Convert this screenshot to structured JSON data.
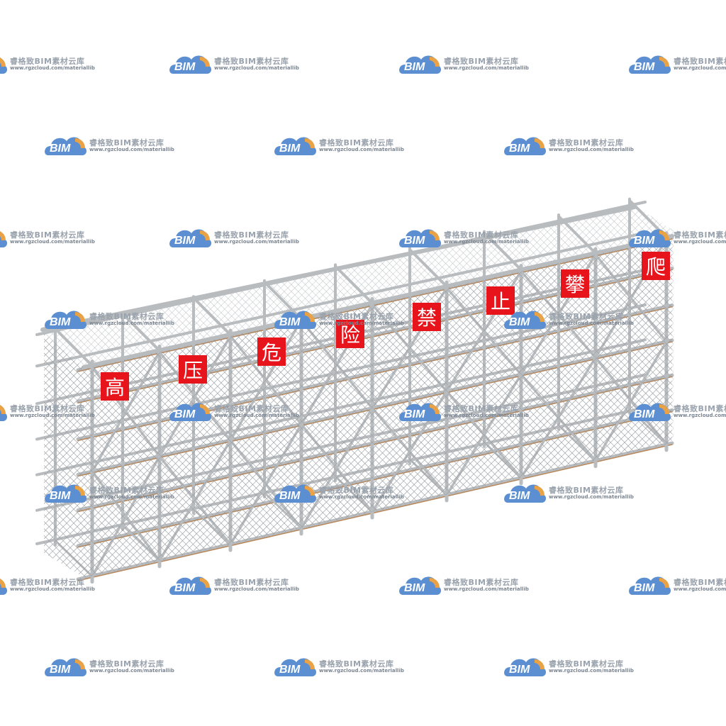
{
  "watermark": {
    "logo_text": "BIM",
    "title": "睿格致BIM素材云库",
    "url": "www.rgzcloud.com/materiallib",
    "colors": {
      "cloud_blue": "#5b8fd1",
      "cloud_orange": "#e9a246",
      "text_gray": "#9aa3ad"
    }
  },
  "signs": {
    "color": "#e8141c",
    "labels": [
      "高",
      "压",
      "危",
      "险",
      "禁",
      "止",
      "攀",
      "爬"
    ]
  },
  "scene": {
    "subject": "scaffold-mesh-fence",
    "colors": {
      "tube": "#b9bcbf",
      "mesh": "#8f9499",
      "rust": "#b8875a"
    }
  }
}
